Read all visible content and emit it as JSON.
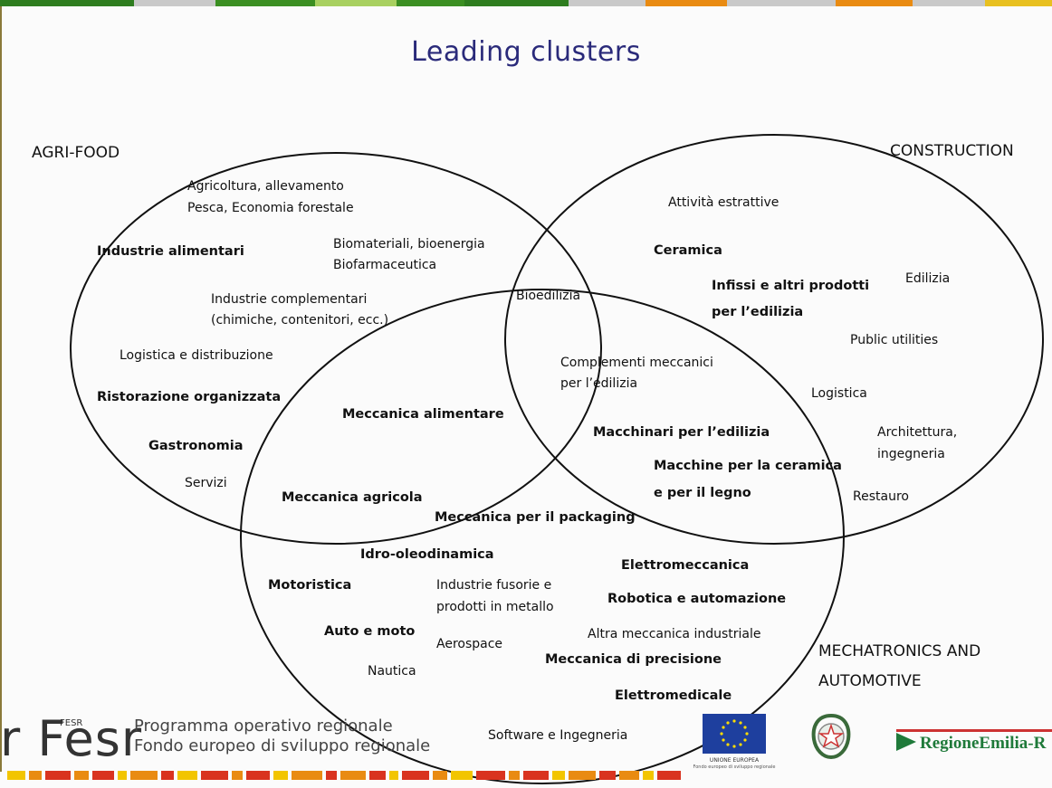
{
  "title": "Leading clusters",
  "categories": {
    "agri_food": "AGRI-FOOD",
    "construction": "CONSTRUCTION",
    "mechatronics_line1": "MECHATRONICS AND",
    "mechatronics_line2": "AUTOMOTIVE"
  },
  "items": {
    "agricoltura": "Agricoltura, allevamento",
    "pesca": "Pesca, Economia forestale",
    "industrie_alimentari": "Industrie alimentari",
    "biomateriali": "Biomateriali, bioenergia",
    "biofarmaceutica": "Biofarmaceutica",
    "industrie_complementari": "Industrie complementari",
    "chimiche": "(chimiche, contenitori, ecc.)",
    "logistica_distribuzione": "Logistica e distribuzione",
    "ristorazione": "Ristorazione organizzata",
    "gastronomia": "Gastronomia",
    "servizi": "Servizi",
    "bioedilizia": "Bioedilizia",
    "meccanica_alimentare": "Meccanica alimentare",
    "meccanica_agricola": "Meccanica agricola",
    "attivita_estrattive": "Attività estrattive",
    "ceramica": "Ceramica",
    "edilizia": "Edilizia",
    "infissi_1": "Infissi e altri prodotti",
    "infissi_2": "per l’edilizia",
    "public_utilities": "Public utilities",
    "complementi_1": "Complementi meccanici",
    "complementi_2": "per l’edilizia",
    "logistica": "Logistica",
    "architettura": "Architettura,",
    "ingegneria": "ingegneria",
    "macchinari": "Macchinari per l’edilizia",
    "macchine_1": "Macchine per la ceramica",
    "macchine_2": "e per il legno",
    "restauro": "Restauro",
    "packaging": "Meccanica per il packaging",
    "idro": "Idro-oleodinamica",
    "elettromeccanica": "Elettromeccanica",
    "motoristica": "Motoristica",
    "fusorie_1": "Industrie fusorie e",
    "fusorie_2": "prodotti in metallo",
    "robotica": "Robotica e automazione",
    "auto_moto": "Auto e moto",
    "altra_meccanica": "Altra meccanica industriale",
    "aerospace": "Aerospace",
    "precisione": "Meccanica di precisione",
    "nautica": "Nautica",
    "elettromedicale": "Elettromedicale",
    "software": "Software e Ingegneria"
  },
  "footer": {
    "fesr": "r Fesr",
    "fesr_small": "FESR",
    "program_line1": "Programma operativo regionale",
    "program_line2": "Fondo europeo di sviluppo regionale",
    "eu_caption1": "UNIONE EUROPEA",
    "eu_caption2": "Fondo europeo di sviluppo regionale",
    "regione": "RegioneEmilia-R"
  },
  "colors": {
    "title": "#2a2a7a",
    "ring": "#111111",
    "regione_green": "#1f7a3a",
    "eu_blue": "#1e3f9e",
    "eu_star": "#ffdd00",
    "topbar": [
      "#2e7d1f",
      "#c9c9c9",
      "#3b8f22",
      "#a8d060",
      "#3b8f22",
      "#2e7d1f",
      "#c9c9c9",
      "#e98b12",
      "#c9c9c9",
      "#e98b12",
      "#c9c9c9",
      "#e8c020"
    ],
    "dashbar": [
      "#f2c500",
      "#e98b12",
      "#d9331f"
    ]
  }
}
